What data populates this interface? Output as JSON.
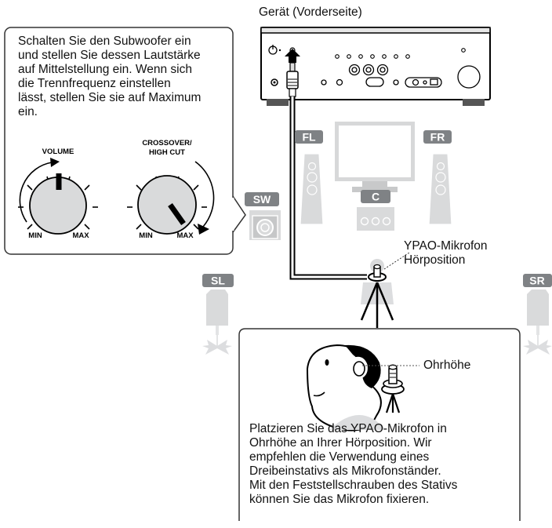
{
  "device_label": "Gerät (Vorderseite)",
  "subwoofer_instruction": [
    "Schalten Sie den Subwoofer ein",
    "und stellen Sie dessen Lautstärke",
    "auf Mittelstellung ein. Wenn sich",
    "die Trennfrequenz einstellen",
    "lässt, stellen Sie sie auf Maximum",
    "ein."
  ],
  "volume_knob": {
    "title": "VOLUME",
    "min": "MIN",
    "max": "MAX",
    "setting": "middle"
  },
  "crossover_knob": {
    "title_line1": "CROSSOVER/",
    "title_line2": "HIGH CUT",
    "min": "MIN",
    "max": "MAX",
    "setting": "maximum"
  },
  "speakers": {
    "fl": "FL",
    "fr": "FR",
    "c": "C",
    "sw": "SW",
    "sl": "SL",
    "sr": "SR"
  },
  "mic_label_line1": "YPAO-Mikrofon",
  "mic_label_line2": "Hörposition",
  "ear_height_label": "Ohrhöhe",
  "placement_instruction": [
    "Platzieren Sie das YPAO-Mikrofon in",
    "Ohrhöhe an Ihrer Hörposition. Wir",
    "empfehlen die Verwendung eines",
    "Dreibeinstativs als Mikrofonständer.",
    "Mit den Feststellschrauben des Stativs",
    "können Sie das Mikrofon fixieren."
  ],
  "colors": {
    "badge": "#7f8285",
    "speaker_fill": "#d9dadb",
    "box_border": "#333333",
    "cable": "#000000"
  }
}
